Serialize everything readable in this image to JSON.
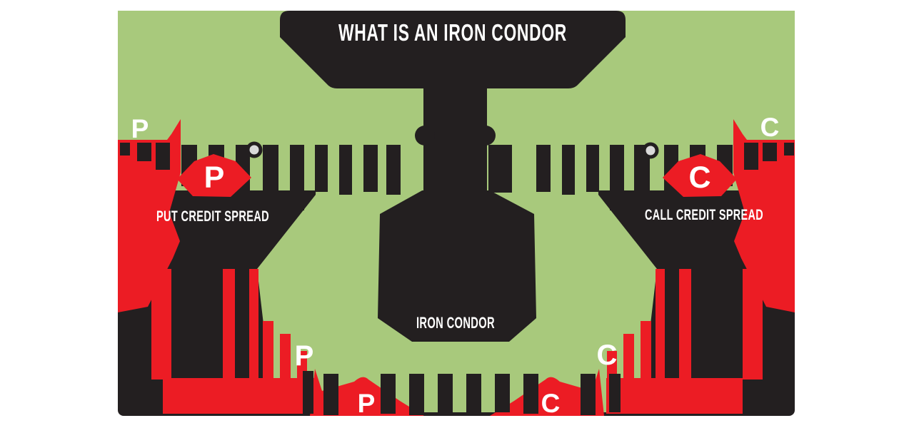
{
  "title": "WHAT IS AN IRON CONDOR",
  "colors": {
    "green": "#a8c97c",
    "red": "#ec1c24",
    "dark": "#231f20",
    "white": "#ffffff",
    "dot_fill": "#d9d9d9"
  },
  "sections": {
    "put_spread": {
      "label": "PUT CREDIT SPREAD",
      "corner_letter": "P",
      "badge_letter": "P"
    },
    "call_spread": {
      "label": "CALL CREDIT SPREAD",
      "corner_letter": "C",
      "badge_letter": "C"
    },
    "iron_condor": {
      "label": "IRON CONDOR",
      "put_shoulder_letter": "P",
      "call_shoulder_letter": "C",
      "put_peak_letter": "P",
      "call_peak_letter": "C"
    }
  },
  "markers": {
    "breakeven_dots": 2
  }
}
